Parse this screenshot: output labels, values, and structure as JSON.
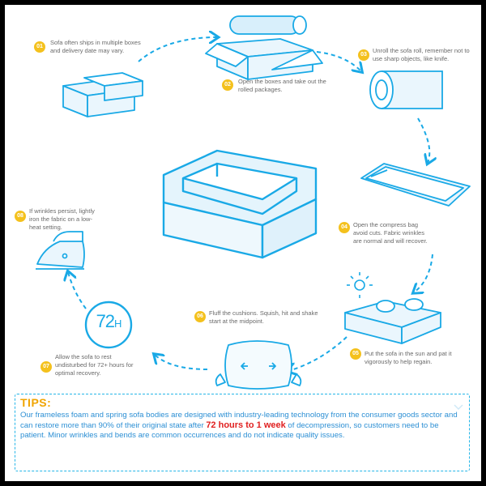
{
  "steps": [
    {
      "num": "01",
      "text": "Sofa often ships in multiple boxes and delivery date may vary."
    },
    {
      "num": "02",
      "text": "Open the boxes and take out the rolled packages."
    },
    {
      "num": "03",
      "text": "Unroll the sofa roll, remember not to use sharp objects, like knife."
    },
    {
      "num": "04",
      "text": "Open the compress bag avoid cuts. Fabric wrinkles are normal and will recover."
    },
    {
      "num": "05",
      "text": "Put the sofa in the sun and pat it vigorously to help regain."
    },
    {
      "num": "06",
      "text": "Fluff the cushions. Squish, hit and shake start at the midpoint."
    },
    {
      "num": "07",
      "text": "Allow the sofa to rest undisturbed for 72+ hours for optimal recovery."
    },
    {
      "num": "08",
      "text": "If wrinkles persist, lightly iron the fabric on a low-heat setting."
    }
  ],
  "timer": {
    "value": "72",
    "unit": "H"
  },
  "tips": {
    "title": "TIPS:",
    "body_before": "Our frameless foam and spring sofa bodies are designed with industry-leading technology from the consumer goods sector and can restore more than 90% of their original state after ",
    "highlight": "72 hours to 1 week",
    "body_after": " of decompression, so customers need to be patient. Minor wrinkles and bends are common occurrences and do not indicate quality issues."
  },
  "colors": {
    "accent": "#19a9e6",
    "badge": "#f4c11d",
    "highlight": "#e02020",
    "tips_title": "#f0a400"
  }
}
